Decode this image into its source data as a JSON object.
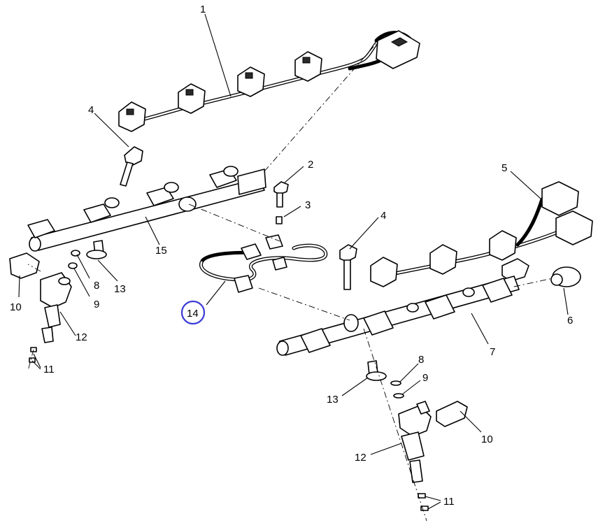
{
  "callouts": {
    "c1": "1",
    "c2": "2",
    "c3": "3",
    "c4a": "4",
    "c4b": "4",
    "c5": "5",
    "c6": "6",
    "c7": "7",
    "c8a": "8",
    "c8b": "8",
    "c9a": "9",
    "c9b": "9",
    "c10a": "10",
    "c10b": "10",
    "c11a": "11",
    "c11b": "11",
    "c12a": "12",
    "c12b": "12",
    "c13a": "13",
    "c13b": "13",
    "c14": "14",
    "c15": "15"
  },
  "highlighted_callout": "14",
  "colors": {
    "highlight": "#3b3bd6",
    "line": "#000000",
    "background": "#ffffff"
  }
}
